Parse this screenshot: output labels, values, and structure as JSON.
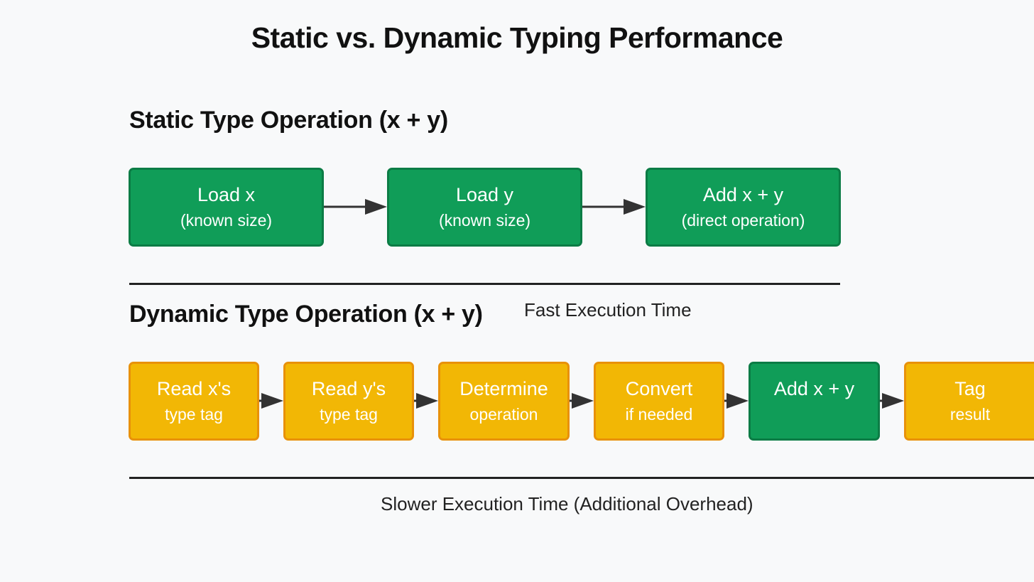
{
  "title": "Static vs. Dynamic Typing Performance",
  "static_section": {
    "heading": "Static Type Operation (x + y)",
    "steps": [
      {
        "line1": "Load x",
        "line2": "(known size)",
        "kind": "green"
      },
      {
        "line1": "Load y",
        "line2": "(known size)",
        "kind": "green"
      },
      {
        "line1": "Add x + y",
        "line2": "(direct operation)",
        "kind": "green"
      }
    ],
    "caption": "Fast Execution Time"
  },
  "dynamic_section": {
    "heading": "Dynamic Type Operation (x + y)",
    "steps": [
      {
        "line1": "Read x's",
        "line2": "type tag",
        "kind": "yellow"
      },
      {
        "line1": "Read y's",
        "line2": "type tag",
        "kind": "yellow"
      },
      {
        "line1": "Determine",
        "line2": "operation",
        "kind": "yellow"
      },
      {
        "line1": "Convert",
        "line2": "if needed",
        "kind": "yellow"
      },
      {
        "line1": "Add x + y",
        "line2": "",
        "kind": "green"
      },
      {
        "line1": "Tag",
        "line2": "result",
        "kind": "yellow"
      }
    ],
    "caption": "Slower Execution Time (Additional Overhead)"
  },
  "colors": {
    "green_fill": "#109d58",
    "green_border": "#0c7c45",
    "yellow_fill": "#f2b705",
    "yellow_border": "#e8910a",
    "background": "#f8f9fa"
  }
}
